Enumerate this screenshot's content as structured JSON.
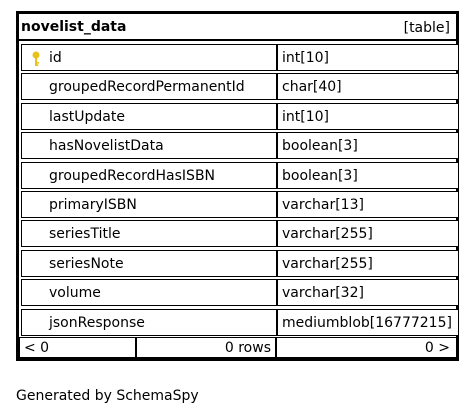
{
  "table": {
    "name": "novelist_data",
    "kind": "[table]",
    "columns": [
      {
        "name": "id",
        "type": "int[10]",
        "primary_key": true
      },
      {
        "name": "groupedRecordPermanentId",
        "type": "char[40]",
        "primary_key": false
      },
      {
        "name": "lastUpdate",
        "type": "int[10]",
        "primary_key": false
      },
      {
        "name": "hasNovelistData",
        "type": "boolean[3]",
        "primary_key": false
      },
      {
        "name": "groupedRecordHasISBN",
        "type": "boolean[3]",
        "primary_key": false
      },
      {
        "name": "primaryISBN",
        "type": "varchar[13]",
        "primary_key": false
      },
      {
        "name": "seriesTitle",
        "type": "varchar[255]",
        "primary_key": false
      },
      {
        "name": "seriesNote",
        "type": "varchar[255]",
        "primary_key": false
      },
      {
        "name": "volume",
        "type": "varchar[32]",
        "primary_key": false
      },
      {
        "name": "jsonResponse",
        "type": "mediumblob[16777215]",
        "primary_key": false
      }
    ],
    "footer": {
      "parents": "< 0",
      "row_count": "0 rows",
      "children": "0 >"
    }
  },
  "generated_by": "Generated by SchemaSpy",
  "colors": {
    "key_icon": "#e8c21b",
    "border": "#000000",
    "background": "#ffffff"
  },
  "icons": {
    "primary_key": "key-icon"
  }
}
